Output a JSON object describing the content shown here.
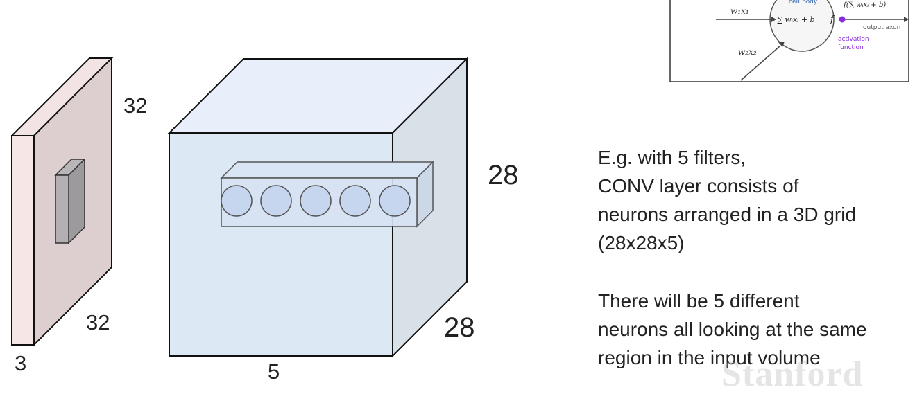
{
  "colors": {
    "input_front": "#f7e6e6",
    "input_side": "#ddcfcf",
    "volume_front": "#dde8f5",
    "volume_top": "#e8effa",
    "volume_side": "#d5dde6",
    "neuron": "#c6d6ef",
    "accent": "#8a2be2"
  },
  "input_volume": {
    "height_label": "32",
    "width_label": "32",
    "depth_label": "3"
  },
  "output_volume": {
    "height_label": "28",
    "width_label": "28",
    "depth_label": "5",
    "neuron_count": 5
  },
  "neuron_inset": {
    "w1x1": "w₁x₁",
    "w2x2": "w₂x₂",
    "cell_body": "cell body",
    "sum_expr": "∑ wᵢxᵢ + b",
    "f_label": "f",
    "output_expr": "f(∑ wᵢxᵢ + b)",
    "output_axon": "output axon",
    "activation_line1": "activation",
    "activation_line2": "function"
  },
  "caption": {
    "lines1": [
      "E.g. with 5 filters,",
      "CONV layer consists of",
      "neurons arranged in a 3D grid",
      "(28x28x5)"
    ],
    "lines2": [
      "There will be 5 different",
      "neurons all looking at the same",
      "region in the input volume"
    ]
  },
  "watermark": "Stanford"
}
